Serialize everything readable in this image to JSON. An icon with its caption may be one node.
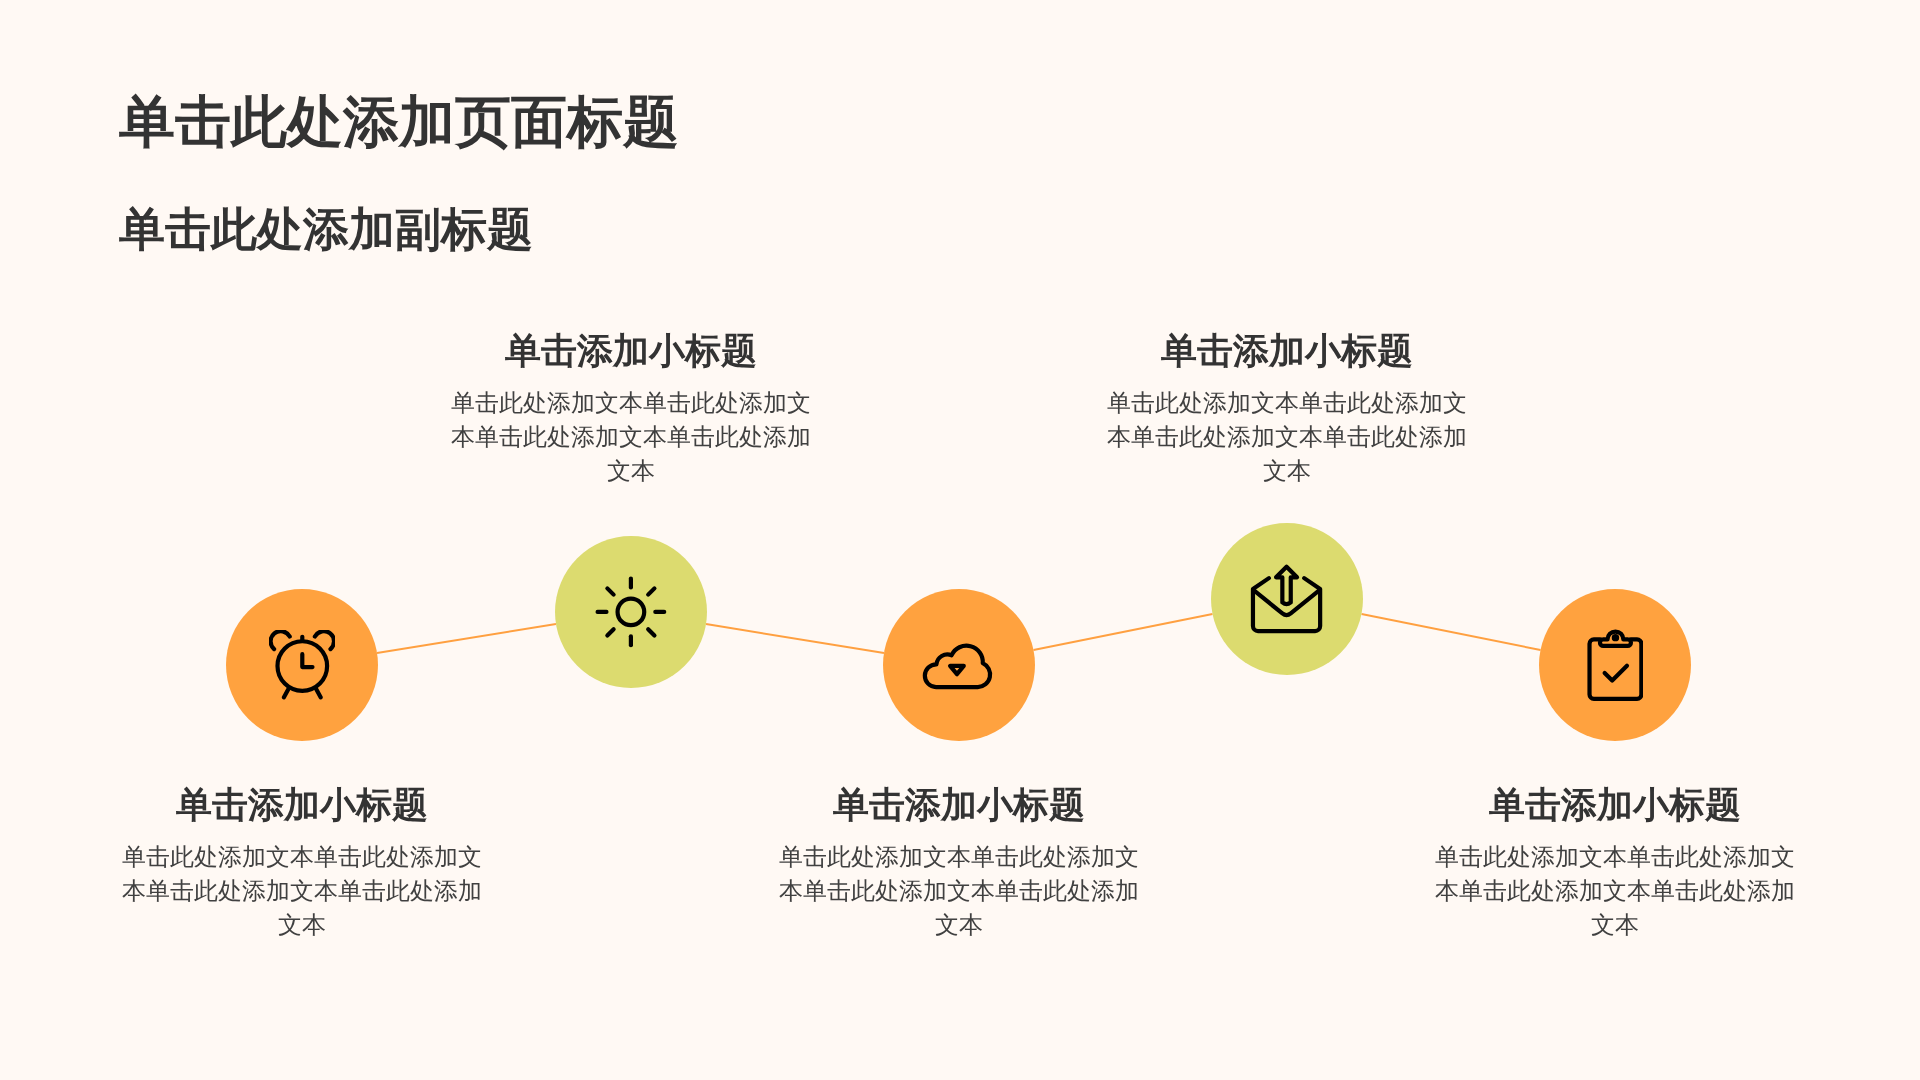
{
  "diagram": {
    "title": "单击此处添加页面标题",
    "nodes": [
      {
        "text": [
          "单击添加小标题",
          "单击此处添加文本单击此处添加文本单击此处添加文本单击此处添加文本"
        ]
      },
      {
        "text": [
          "单击添加小标题",
          "单击此处添加文本单击此处添加文本单击此处添加文本单击此处添加文本"
        ]
      },
      {
        "text": [
          "单击添加小标题",
          "单击此处添加文本单击此处添加文本单击此处添加文本单击此处添加文本"
        ]
      },
      {
        "text": [
          "单击添加小标题",
          "单击此处添加文本单击此处添加文本单击此处添加文本单击此处添加文本"
        ]
      },
      {
        "text": [
          "单击添加小标题",
          "单击此处添加文本单击此处添加文本单击此处添加文本单击此处添加文本"
        ]
      }
    ],
    "edges": [
      {
        "from": 0,
        "to": 1,
        "arrow": "none"
      },
      {
        "from": 1,
        "to": 2,
        "arrow": "none"
      },
      {
        "from": 2,
        "to": 3,
        "arrow": "none"
      },
      {
        "from": 3,
        "to": 4,
        "arrow": "none"
      }
    ],
    "labels": [
      "单击此处添加副标题"
    ]
  }
}
